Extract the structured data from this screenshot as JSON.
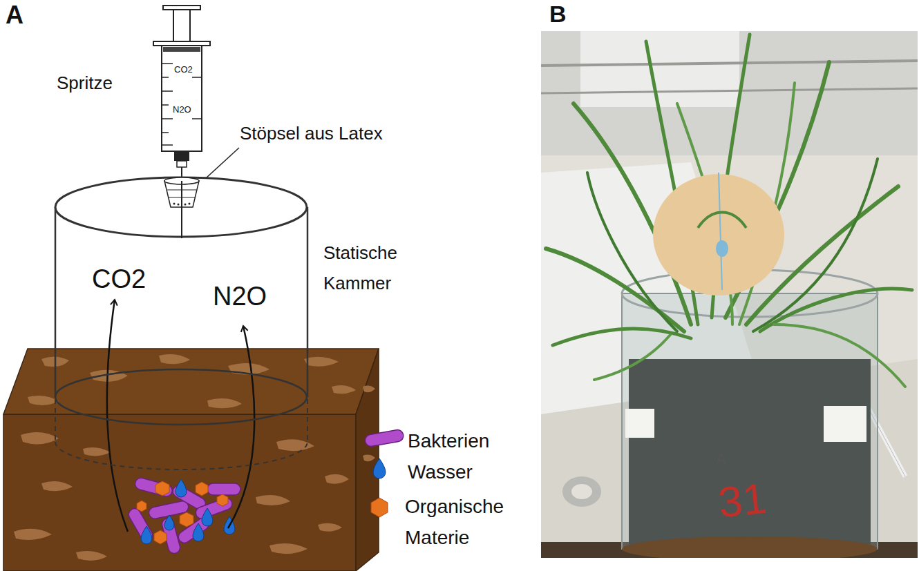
{
  "diagram": {
    "nodes": [
      {
        "text": [
          "Spritze",
          "CO2",
          "N2O"
        ]
      },
      {
        "text": [
          "Statische Kammer",
          "CO2",
          "N2O"
        ]
      }
    ],
    "labels": [
      "A",
      "Stöpsel aus Latex",
      "B",
      "A",
      "31"
    ],
    "legend": [
      {
        "text": "Bakterien"
      },
      {
        "text": "Wasser"
      },
      {
        "text": "Organische Materie"
      }
    ]
  }
}
